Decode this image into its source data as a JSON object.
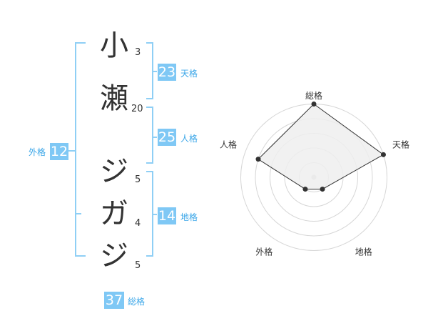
{
  "name": {
    "characters": [
      {
        "char": "小",
        "strokes": "3"
      },
      {
        "char": "瀬",
        "strokes": "20"
      },
      {
        "char": "ジ",
        "strokes": "5"
      },
      {
        "char": "ガ",
        "strokes": "4"
      },
      {
        "char": "ジ",
        "strokes": "5"
      }
    ]
  },
  "fortune": {
    "tenkaku": {
      "label": "天格",
      "value": "23"
    },
    "jinkaku": {
      "label": "人格",
      "value": "25"
    },
    "chikaku": {
      "label": "地格",
      "value": "14"
    },
    "gaikaku": {
      "label": "外格",
      "value": "12"
    },
    "soukaku": {
      "label": "総格",
      "value": "37"
    }
  },
  "radar": {
    "axes": [
      "総格",
      "天格",
      "地格",
      "外格",
      "人格"
    ],
    "levels": 5,
    "values": [
      5,
      5,
      1,
      1,
      4
    ],
    "accent": "#7fc8f5",
    "fill": "#efefef",
    "line": "#333333"
  }
}
